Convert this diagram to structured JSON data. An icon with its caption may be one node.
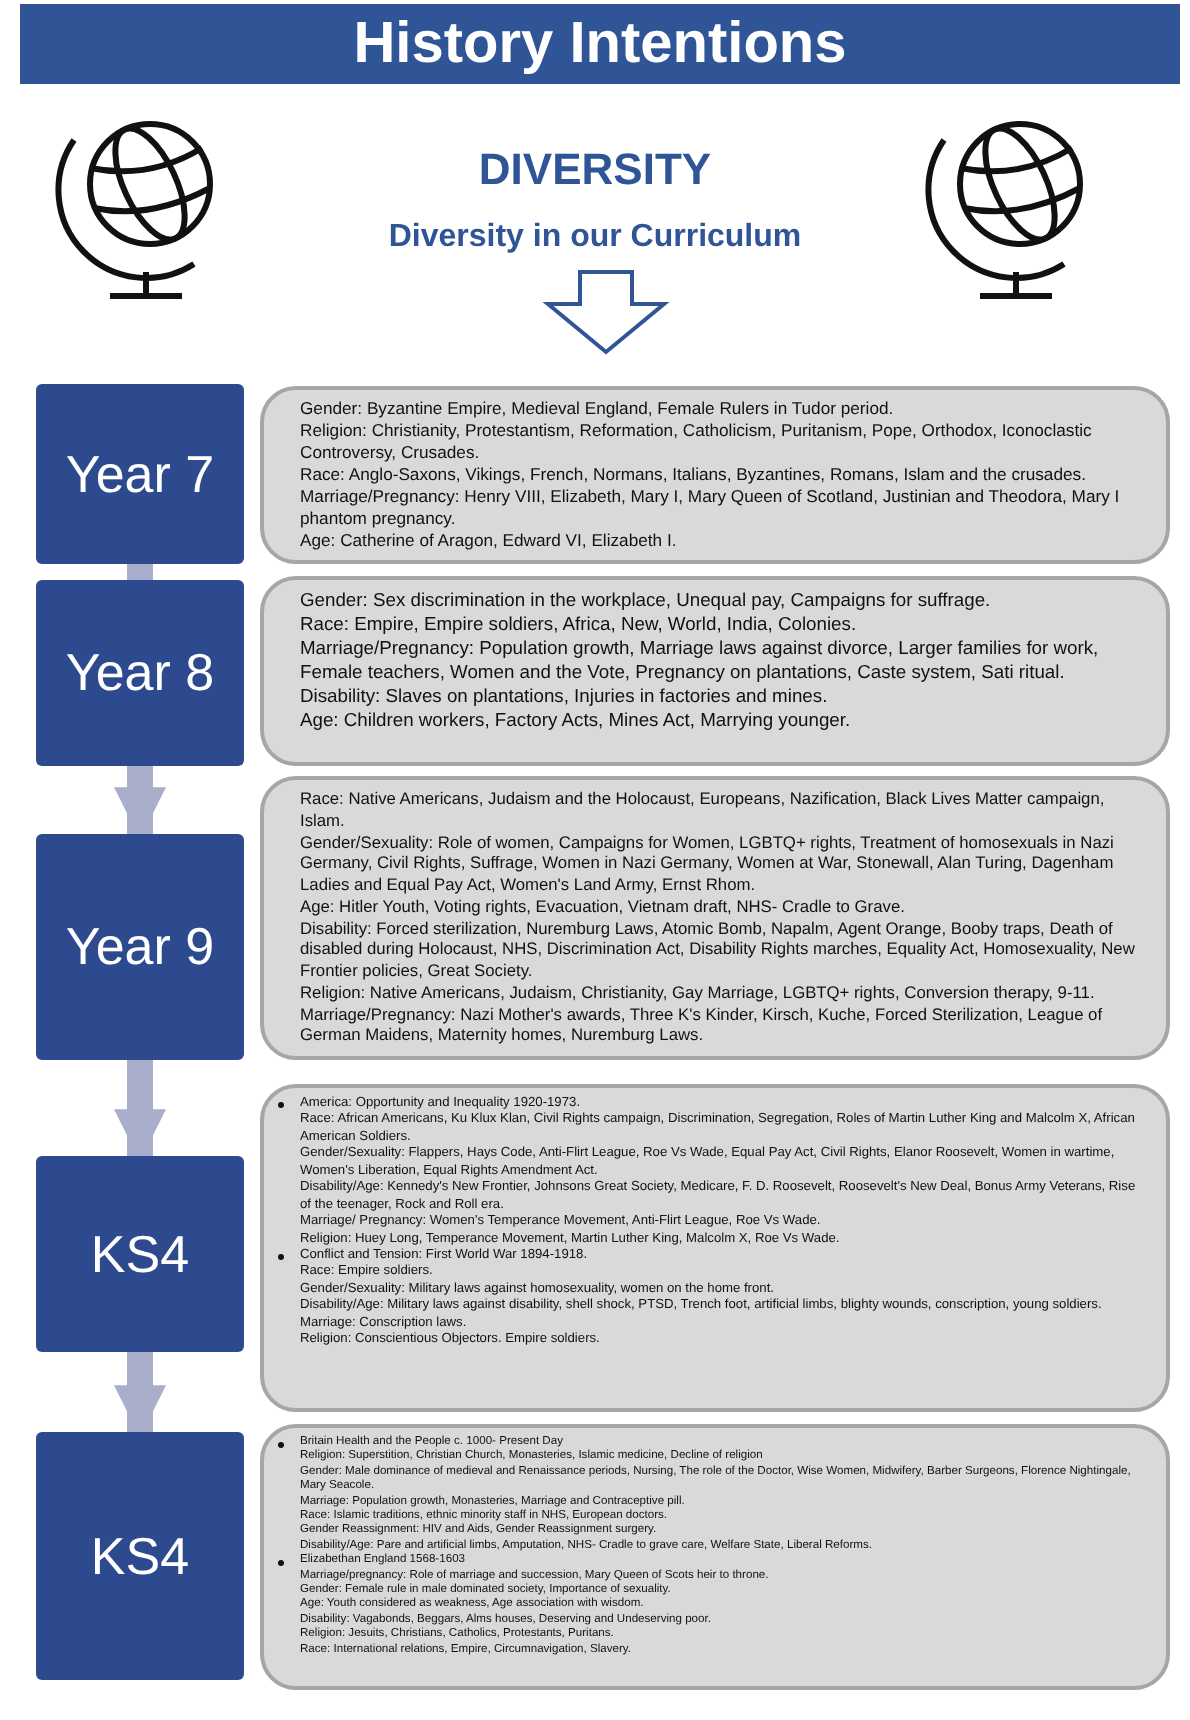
{
  "diagram": {
    "title": "History Intentions",
    "nodes": [
      {
        "text": [
          "Year 7"
        ]
      },
      {
        "text": [
          "Gender: Byzantine Empire, Medieval England, Female Rulers in Tudor period.",
          "Religion: Christianity, Protestantism, Reformation, Catholicism, Puritanism, Pope, Orthodox, Iconoclastic Controversy, Crusades.",
          "Race: Anglo-Saxons, Vikings, French, Normans, Italians, Byzantines, Romans, Islam and the crusades.",
          "Marriage/Pregnancy: Henry VIII, Elizabeth, Mary I, Mary Queen of Scotland, Justinian and Theodora, Mary I phantom pregnancy.",
          "Age: Catherine of Aragon, Edward VI, Elizabeth I."
        ]
      },
      {
        "text": [
          "Year 8"
        ]
      },
      {
        "text": [
          "Gender: Sex discrimination in the workplace, Unequal pay, Campaigns for suffrage.",
          "Race: Empire, Empire soldiers, Africa, New, World, India, Colonies.",
          "Marriage/Pregnancy: Population growth, Marriage laws against divorce, Larger families for work, Female teachers, Women and the Vote, Pregnancy on plantations, Caste system, Sati ritual.",
          "Disability: Slaves on plantations, Injuries in factories and mines.",
          "Age: Children workers, Factory Acts, Mines Act, Marrying younger."
        ]
      },
      {
        "text": [
          "Year 9"
        ]
      },
      {
        "text": [
          "Race: Native Americans, Judaism and the Holocaust, Europeans, Nazification, Black Lives Matter campaign, Islam.",
          "Gender/Sexuality: Role of women, Campaigns for Women, LGBTQ+ rights, Treatment of homosexuals in Nazi Germany, Civil Rights, Suffrage, Women in Nazi Germany, Women at War, Stonewall, Alan Turing, Dagenham Ladies and Equal Pay Act, Women's Land Army, Ernst Rhom.",
          "Age: Hitler Youth, Voting rights, Evacuation, Vietnam draft, NHS- Cradle to Grave.",
          "Disability: Forced sterilization, Nuremburg Laws, Atomic Bomb, Napalm, Agent Orange, Booby traps, Death of disabled during Holocaust, NHS, Discrimination Act, Disability Rights marches, Equality Act, Homosexuality, New Frontier policies, Great Society.",
          "Religion: Native Americans, Judaism, Christianity, Gay Marriage, LGBTQ+ rights, Conversion therapy, 9-11.",
          "Marriage/Pregnancy: Nazi Mother's awards, Three K's Kinder, Kirsch, Kuche, Forced Sterilization, League of German Maidens, Maternity homes, Nuremburg Laws."
        ]
      },
      {
        "text": [
          "KS4"
        ]
      },
      {
        "text": [
          "America: Opportunity and Inequality 1920-1973.",
          "Race: African Americans, Ku Klux Klan, Civil Rights campaign, Discrimination, Segregation, Roles of Martin Luther King and Malcolm X, African American Soldiers.",
          "Gender/Sexuality: Flappers, Hays Code, Anti-Flirt League, Roe Vs Wade, Equal Pay Act, Civil Rights, Elanor Roosevelt, Women in wartime, Women's Liberation, Equal Rights Amendment Act.",
          "Disability/Age: Kennedy's New Frontier, Johnsons Great Society, Medicare, F. D. Roosevelt, Roosevelt's New Deal, Bonus Army Veterans, Rise of the teenager, Rock and Roll era.",
          "Marriage/ Pregnancy: Women's Temperance Movement, Anti-Flirt League, Roe Vs Wade.",
          "Religion: Huey Long, Temperance Movement, Martin Luther King, Malcolm X, Roe Vs Wade.",
          "Conflict and Tension: First World War 1894-1918.",
          "Race: Empire soldiers.",
          "Gender/Sexuality: Military laws against homosexuality, women on the home front.",
          "Disability/Age: Military laws against disability, shell shock, PTSD, Trench foot, artificial limbs, blighty wounds, conscription, young soldiers.",
          "Marriage: Conscription laws.",
          "Religion: Conscientious Objectors. Empire soldiers."
        ]
      },
      {
        "text": [
          "KS4"
        ]
      },
      {
        "text": [
          "Britain Health and the People c. 1000- Present Day",
          "Religion: Superstition, Christian Church, Monasteries, Islamic medicine, Decline of religion",
          "Gender: Male dominance of medieval and Renaissance periods, Nursing, The role of the Doctor, Wise Women, Midwifery, Barber Surgeons, Florence Nightingale, Mary Seacole.",
          "Marriage: Population growth, Monasteries, Marriage and Contraceptive pill.",
          "Race: Islamic traditions, ethnic minority staff in NHS, European doctors.",
          "Gender Reassignment: HIV and Aids, Gender Reassignment surgery.",
          "Disability/Age: Pare and artificial limbs, Amputation, NHS- Cradle to grave care, Welfare State, Liberal Reforms.",
          "Elizabethan England 1568-1603",
          "Marriage/pregnancy: Role of marriage and succession, Mary Queen of Scots heir to throne.",
          "Gender: Female rule in male dominated society, Importance of sexuality.",
          "Age: Youth considered as weakness, Age association with wisdom.",
          "Disability: Vagabonds, Beggars, Alms houses, Deserving and Undeserving poor.",
          "Religion: Jesuits, Christians, Catholics, Protestants, Puritans.",
          "Race: International relations, Empire, Circumnavigation, Slavery."
        ]
      }
    ],
    "edges": [
      {
        "from": 0,
        "to": 2,
        "arrow": "to"
      },
      {
        "from": 2,
        "to": 4,
        "arrow": "to"
      },
      {
        "from": 4,
        "to": 6,
        "arrow": "to"
      },
      {
        "from": 6,
        "to": 8,
        "arrow": "to"
      }
    ],
    "labels": [
      "DIVERSITY",
      "Diversity in our Curriculum"
    ]
  }
}
